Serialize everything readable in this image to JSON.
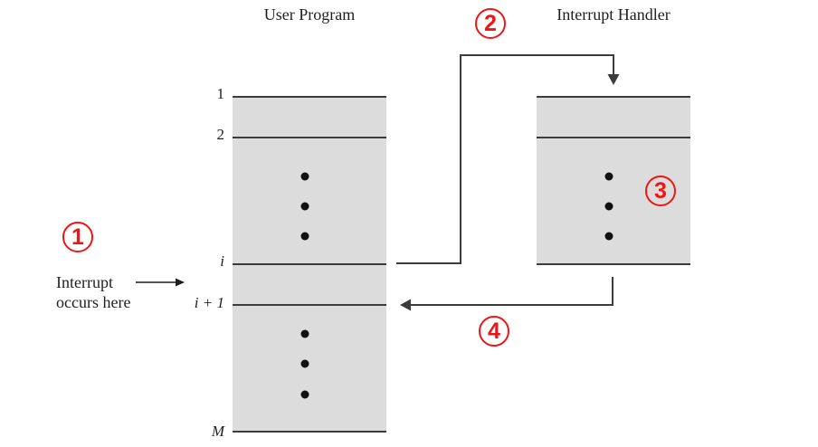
{
  "titles": {
    "user_program": "User Program",
    "interrupt_handler": "Interrupt Handler"
  },
  "annotation": {
    "line1": "Interrupt",
    "line2": "occurs here"
  },
  "row_labels": {
    "row_1": "1",
    "row_2": "2",
    "row_i": "i",
    "row_i_plus_1": "i + 1",
    "row_m": "M"
  },
  "step_badges": {
    "step_1": "1",
    "step_2": "2",
    "step_3": "3",
    "step_4": "4"
  },
  "colors": {
    "accent_red": "#ee1515",
    "block_fill": "#dcdcdc",
    "line": "#3c3c3c"
  }
}
